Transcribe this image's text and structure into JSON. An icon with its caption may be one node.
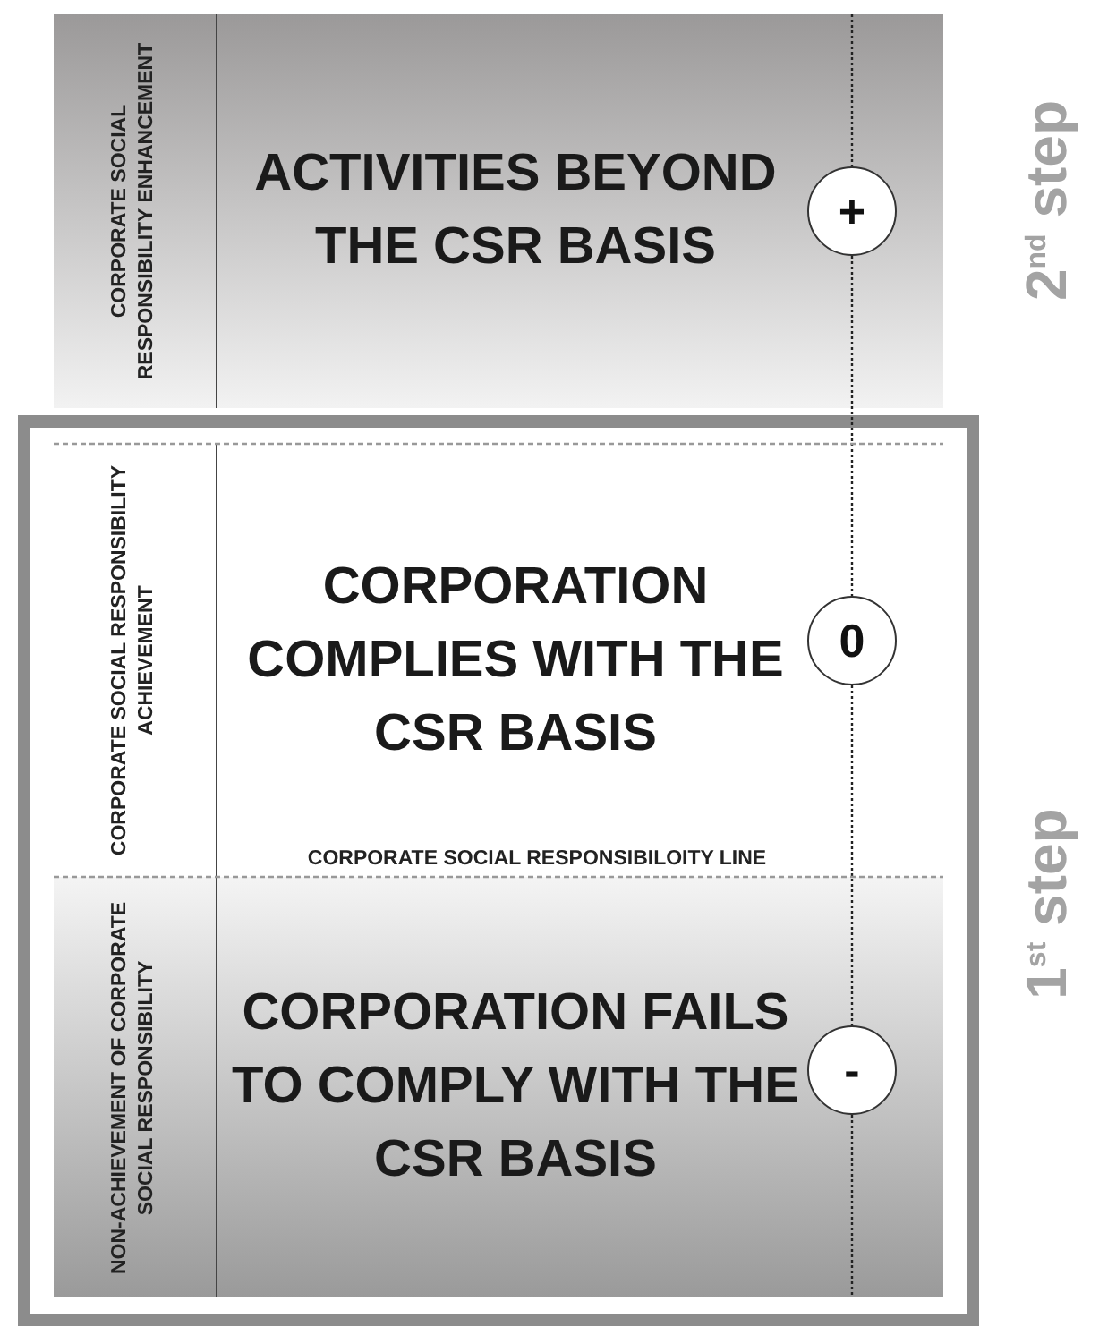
{
  "diagram": {
    "nodes": [
      {
        "text": [
          "CORPORATE SOCIAL RESPONSIBILITY ENHANCEMENT",
          "ACTIVITIES BEYOND THE CSR BASIS"
        ],
        "beside": [
          "2$^{nd}$ step"
        ]
      },
      {
        "text": [
          "+"
        ],
        "in": 0
      },
      {
        "text": [],
        "shape": "box",
        "beside": [
          "1$^{st}$ step"
        ]
      },
      {
        "text": [
          "CORPORATE SOCIAL RESPONSIBILITY ACHIEVEMENT",
          "CORPORATION COMPLIES WITH THE CSR BASIS"
        ],
        "in": 2
      },
      {
        "text": [
          "0"
        ],
        "in": 3
      },
      {
        "text": [
          "NON-ACHIEVEMENT OF CORPORATE SOCIAL RESPONSIBILITY",
          "CORPORATION FAILS TO COMPLY WITH THE CSR BASIS"
        ],
        "in": 2
      },
      {
        "text": [
          "-"
        ],
        "in": 5
      }
    ],
    "labels": [
      "CORPORATE SOCIAL RESPONSIBILOITY LINE"
    ]
  }
}
